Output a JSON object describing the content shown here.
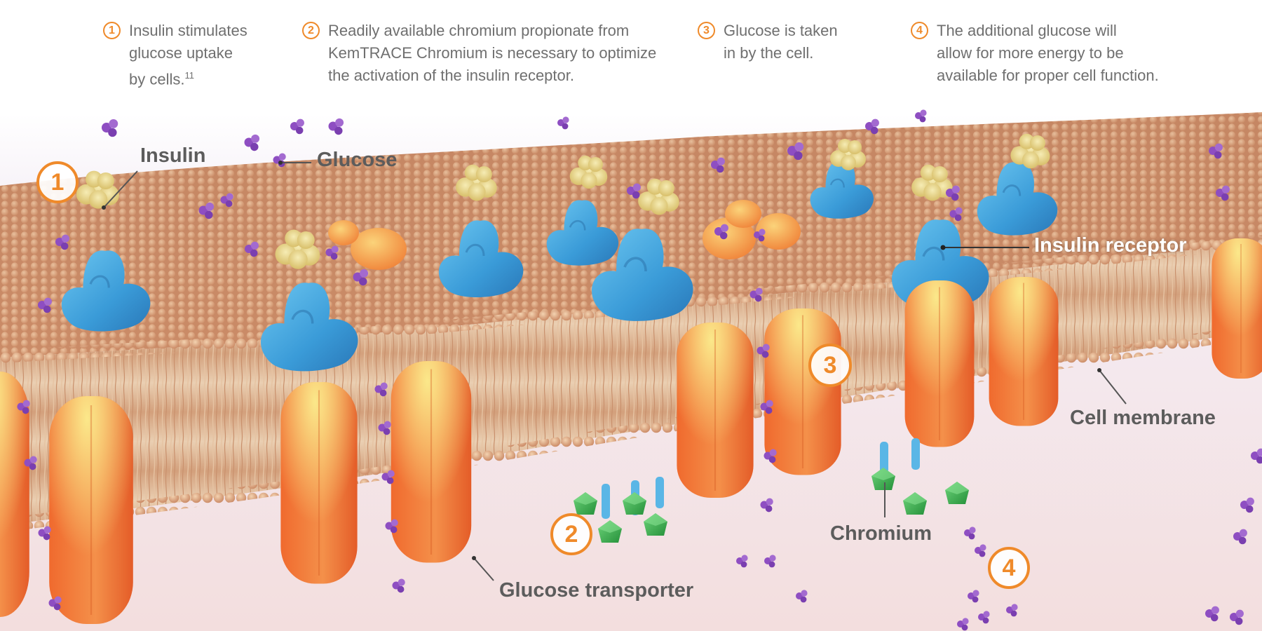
{
  "steps": [
    {
      "number": "1",
      "lines": [
        "Insulin stimulates",
        "glucose uptake",
        "by cells."
      ],
      "superscript": "11"
    },
    {
      "number": "2",
      "lines": [
        "Readily available chromium propionate from",
        "KemTRACE Chromium is necessary to optimize",
        "the activation of the insulin receptor."
      ]
    },
    {
      "number": "3",
      "lines": [
        "Glucose is taken",
        "in by the cell."
      ]
    },
    {
      "number": "4",
      "lines": [
        "The additional glucose will",
        "allow for more energy to be",
        "available for proper cell function."
      ]
    }
  ],
  "labels": {
    "insulin": "Insulin",
    "glucose": "Glucose",
    "insulin_receptor": "Insulin receptor",
    "cell_membrane": "Cell membrane",
    "chromium": "Chromium",
    "glucose_transporter": "Glucose transporter"
  },
  "markers": [
    "1",
    "2",
    "3",
    "4"
  ],
  "colors": {
    "accent": "#ef8a2a",
    "text": "#6f6f6f",
    "label": "#5c5c5c",
    "receptor": "#3fa3dc",
    "insulin": "#e8d68a",
    "transporter": "#f0763a",
    "glucose": "#8f4fc0",
    "chromium": "#3fa84a",
    "membrane": "#c98a62"
  }
}
